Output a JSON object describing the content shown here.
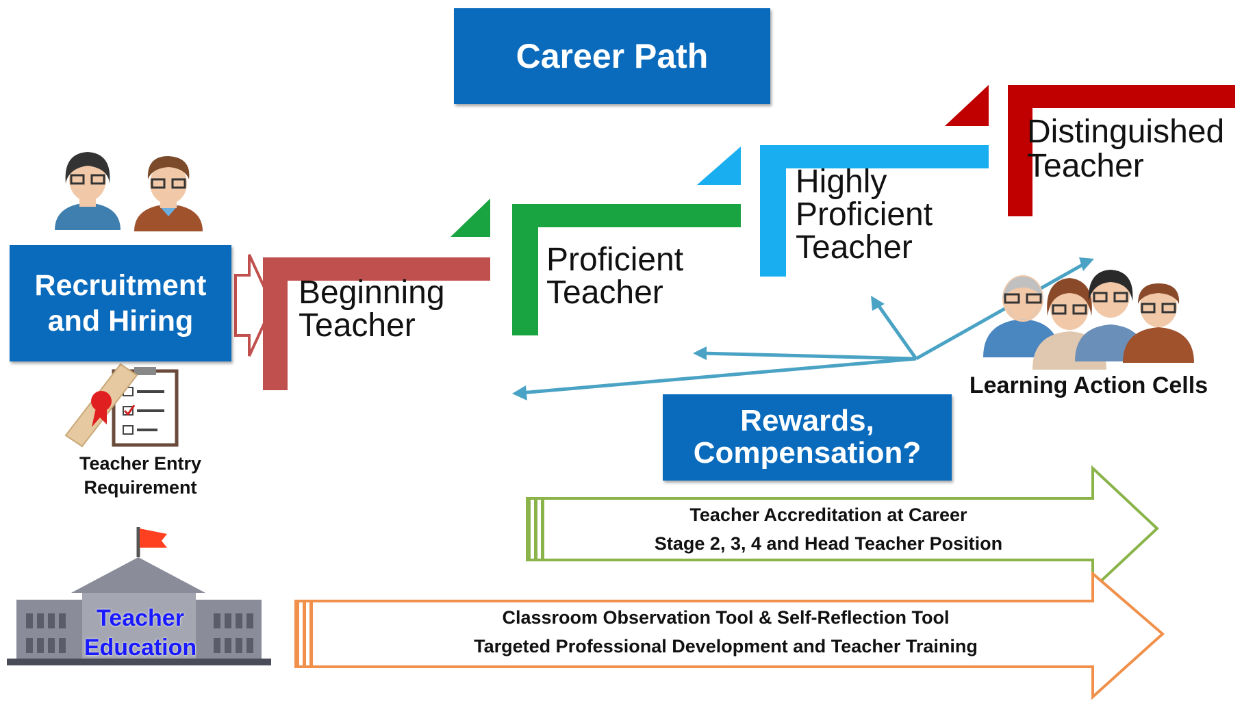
{
  "title": "Career Path",
  "recruitment": {
    "label": "Recruitment\nand Hiring"
  },
  "entry_requirement": {
    "label": "Teacher Entry\nRequirement"
  },
  "teacher_education": {
    "label": "Teacher\nEducation"
  },
  "steps": [
    {
      "label": "Beginning\nTeacher",
      "color": "#c0504d"
    },
    {
      "label": "Proficient\nTeacher",
      "color": "#1aa341"
    },
    {
      "label": "Highly\nProficient\nTeacher",
      "color": "#19aef0"
    },
    {
      "label": "Distinguished\nTeacher",
      "color": "#c00000"
    }
  ],
  "learning_action_cells": {
    "label": "Learning Action Cells"
  },
  "rewards": {
    "label": "Rewards,\nCompensation?"
  },
  "arrows": [
    {
      "label": "Teacher Accreditation at Career\nStage 2, 3, 4 and Head Teacher Position",
      "color": "#8ab34a"
    },
    {
      "label": "Classroom Observation Tool & Self-Reflection Tool\nTargeted Professional Development and Teacher Training",
      "color": "#f0904a"
    }
  ],
  "colors": {
    "box_blue": "#0a6bbd",
    "connector": "#4aa3c4",
    "teacher_education_text": "#1a1aff"
  }
}
